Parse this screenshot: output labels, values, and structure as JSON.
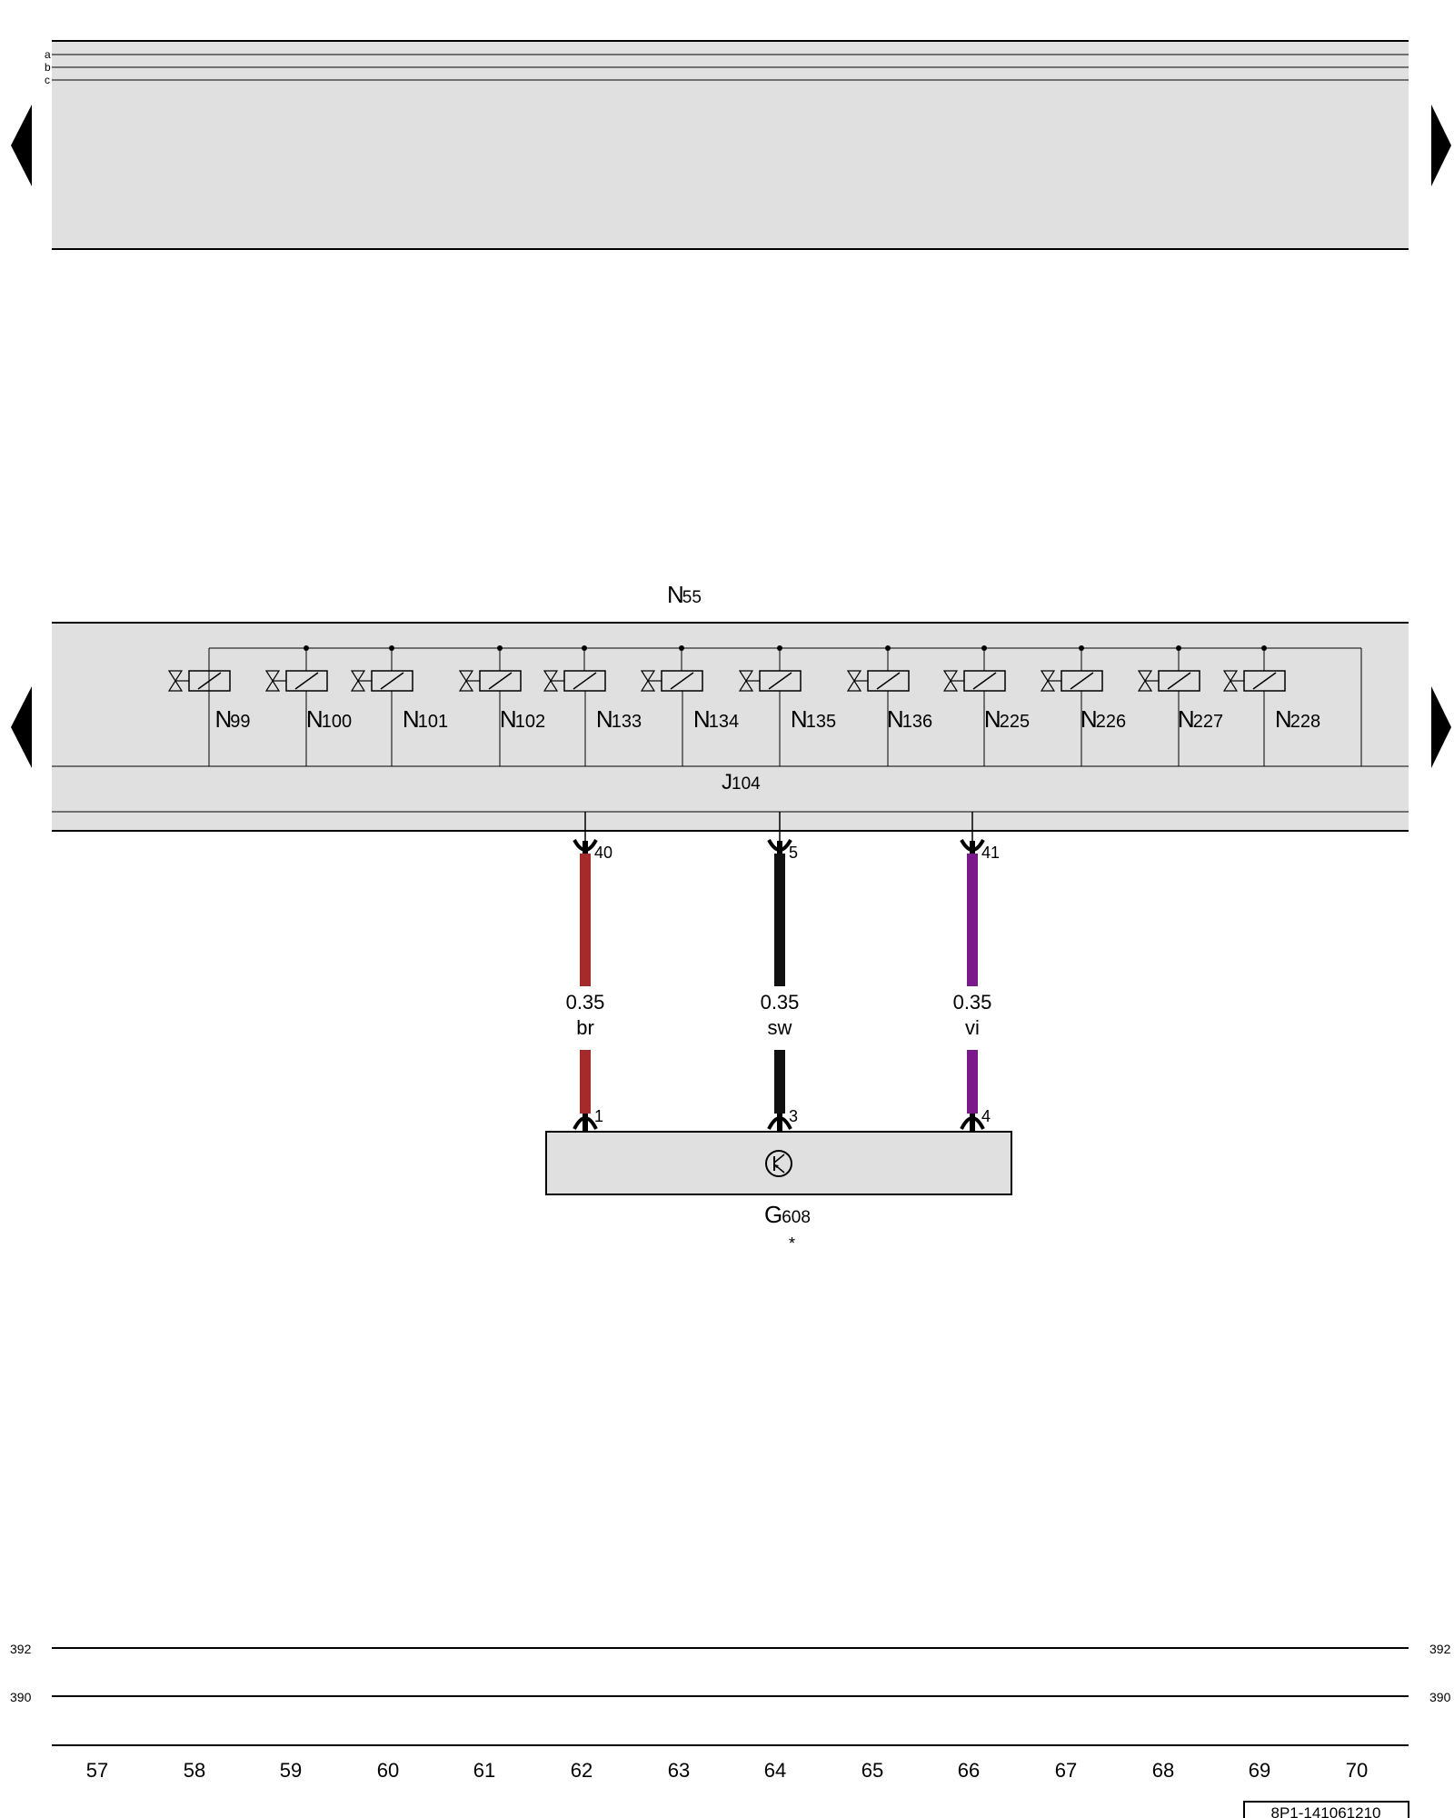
{
  "top_bus_rows": [
    "a",
    "b",
    "c"
  ],
  "component_group_label": {
    "letter": "N",
    "number": "55"
  },
  "control_unit_label": {
    "letter": "J",
    "number": "104"
  },
  "valves": [
    {
      "letter": "N",
      "number": "99"
    },
    {
      "letter": "N",
      "number": "100"
    },
    {
      "letter": "N",
      "number": "101"
    },
    {
      "letter": "N",
      "number": "102"
    },
    {
      "letter": "N",
      "number": "133"
    },
    {
      "letter": "N",
      "number": "134"
    },
    {
      "letter": "N",
      "number": "135"
    },
    {
      "letter": "N",
      "number": "136"
    },
    {
      "letter": "N",
      "number": "225"
    },
    {
      "letter": "N",
      "number": "226"
    },
    {
      "letter": "N",
      "number": "227"
    },
    {
      "letter": "N",
      "number": "228"
    }
  ],
  "wires": [
    {
      "upper_pin": "40",
      "lower_pin": "1",
      "size": "0.35",
      "color_code": "br",
      "color": "#a52a2a"
    },
    {
      "upper_pin": "5",
      "lower_pin": "3",
      "size": "0.35",
      "color_code": "sw",
      "color": "#111111"
    },
    {
      "upper_pin": "41",
      "lower_pin": "4",
      "size": "0.35",
      "color_code": "vi",
      "color": "#7a1a8a"
    }
  ],
  "sensor": {
    "letter": "G",
    "number": "608",
    "note": "*"
  },
  "ground_lines": {
    "upper": "392",
    "lower": "390"
  },
  "columns": [
    "57",
    "58",
    "59",
    "60",
    "61",
    "62",
    "63",
    "64",
    "65",
    "66",
    "67",
    "68",
    "69",
    "70"
  ],
  "document_id": "8P1-141061210",
  "colors": {
    "panel": "#e0e0e0",
    "line": "#000000"
  }
}
